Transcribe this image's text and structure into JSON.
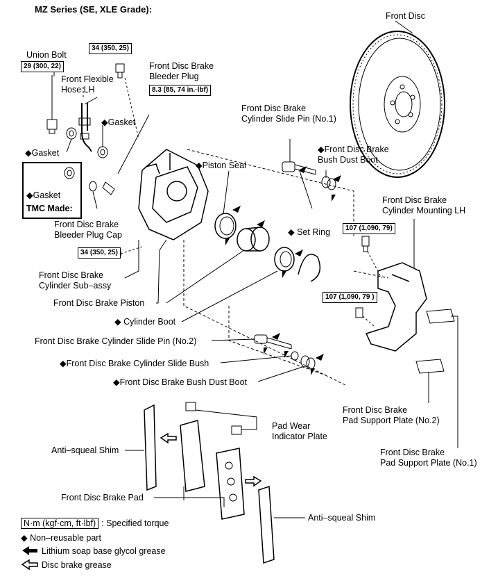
{
  "title": "MZ Series (SE, XLE Grade):",
  "torque_boxes": {
    "union_bolt": "29 (300, 22)",
    "hose_bolt": "34 (350, 25)",
    "bleeder": "8.3 (85, 74 in.·lbf)",
    "caliper_bolt": "34 (350, 25)",
    "mount_bolt_1": "107 (1,090, 79)",
    "mount_bolt_2": "107 (1,090, 79 )"
  },
  "labels": {
    "union_bolt": "Union Bolt",
    "hose": [
      "Front Flexible",
      "Hose LH"
    ],
    "gasket_right": "◆Gasket",
    "gasket_left": "◆Gasket",
    "gasket_tmc": "◆Gasket",
    "tmc_made": "TMC Made:",
    "bleeder_plug": [
      "Front Disc Brake",
      "Bleeder Plug"
    ],
    "bleeder_cap": [
      "Front Disc Brake",
      "Bleeder Plug Cap"
    ],
    "cylinder_sub": [
      "Front Disc Brake",
      "Cylinder Sub–assy"
    ],
    "piston_seal": "◆Piston Seal",
    "piston": "Front Disc Brake Piston",
    "cylinder_boot": "◆ Cylinder Boot",
    "slide_pin_1": [
      "Front Disc Brake",
      "Cylinder Slide Pin (No.1)"
    ],
    "bush_dust_boot_1": [
      "◆Front Disc Brake",
      "Bush Dust Boot"
    ],
    "set_ring": "◆ Set Ring",
    "front_disc": "Front Disc",
    "mounting": [
      "Front Disc Brake",
      "Cylinder Mounting LH"
    ],
    "slide_pin_2": "Front Disc Brake Cylinder Slide Pin (No.2)",
    "slide_bush": "◆Front Disc Brake Cylinder Slide Bush",
    "bush_dust_boot_2": "◆Front Disc Brake Bush Dust Boot",
    "support_plate_2": [
      "Front Disc Brake",
      "Pad Support Plate (No.2)"
    ],
    "support_plate_1": [
      "Front Disc Brake",
      "Pad Support Plate (No.1)"
    ],
    "pad_wear": [
      "Pad Wear",
      "Indicator Plate"
    ],
    "shim_left": "Anti–squeal Shim",
    "pad": "Front Disc Brake Pad",
    "shim_right": "Anti–squeal Shim"
  },
  "legend": {
    "torque_box": "N·m (kgf·cm, ft·lbf)",
    "torque_text": ": Specified torque",
    "non_reusable": "◆ Non–reusable part",
    "lithium": "Lithium soap base glycol grease",
    "disc_grease": "Disc brake grease"
  }
}
